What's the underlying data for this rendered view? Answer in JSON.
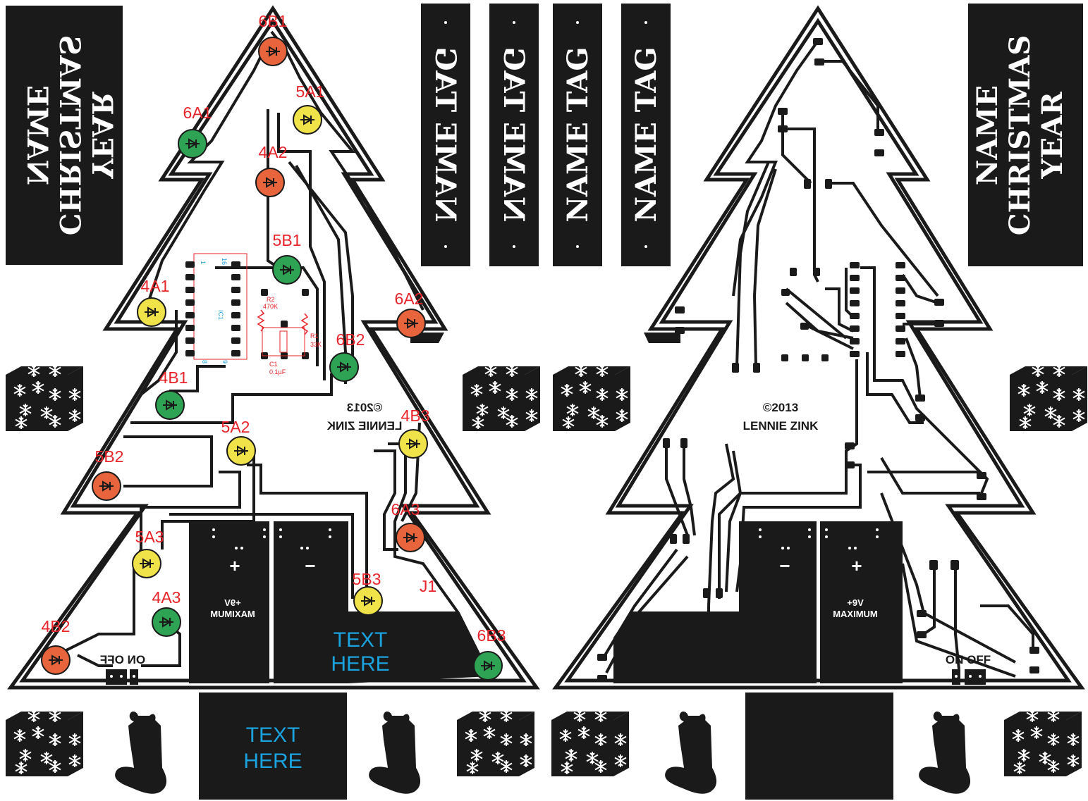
{
  "left_board": {
    "led_labels": [
      "6B1",
      "5A1",
      "6A1",
      "4A2",
      "5B1",
      "4A1",
      "6A2",
      "6B2",
      "4B1",
      "5A2",
      "4B3",
      "5B2",
      "6A3",
      "5A3",
      "5B3",
      "4A3",
      "4B2",
      "6B3",
      "J1"
    ],
    "copyright": "©2013",
    "author": "LENNIE ZINK",
    "battery_label": "+9V MAXIMUM",
    "battery_label_line1": "+9V",
    "battery_label_line2": "MAXIMUM",
    "plus_sign": "+",
    "minus_sign": "−",
    "text_here_line1": "TEXT",
    "text_here_line2": "HERE",
    "switch_label": "ON OFF",
    "ic_label": "IC1",
    "r1_label": "R1",
    "r1_value": "33K",
    "r2_label": "R2",
    "r2_value": "470K",
    "c1_label": "C1",
    "c1_value": "0.1µF",
    "pin1": "1",
    "pin16": "16",
    "pin8": "8",
    "pin9": "9"
  },
  "right_board": {
    "copyright": "©2013",
    "author": "LENNIE ZINK",
    "battery_label_line1": "+9V",
    "battery_label_line2": "MAXIMUM",
    "plus_sign": "+",
    "minus_sign": "−",
    "switch_label": "ON OFF"
  },
  "panels": {
    "left_mirror": [
      "YEAR",
      "CHRISTMAS",
      "NAME"
    ],
    "tags": [
      "NAME TAG",
      "NAME TAG",
      "NAME TAG",
      "NAME TAG"
    ],
    "right": [
      "NAME",
      "CHRISTMAS",
      "YEAR"
    ],
    "bottom_text_line1": "TEXT",
    "bottom_text_line2": "HERE"
  },
  "colors": {
    "board": "#1a1a1a",
    "led_red": "#e8643c",
    "led_yellow": "#f0e34a",
    "led_green": "#2fa354",
    "label_red": "#e8232a",
    "label_blue": "#1ba3e0"
  }
}
